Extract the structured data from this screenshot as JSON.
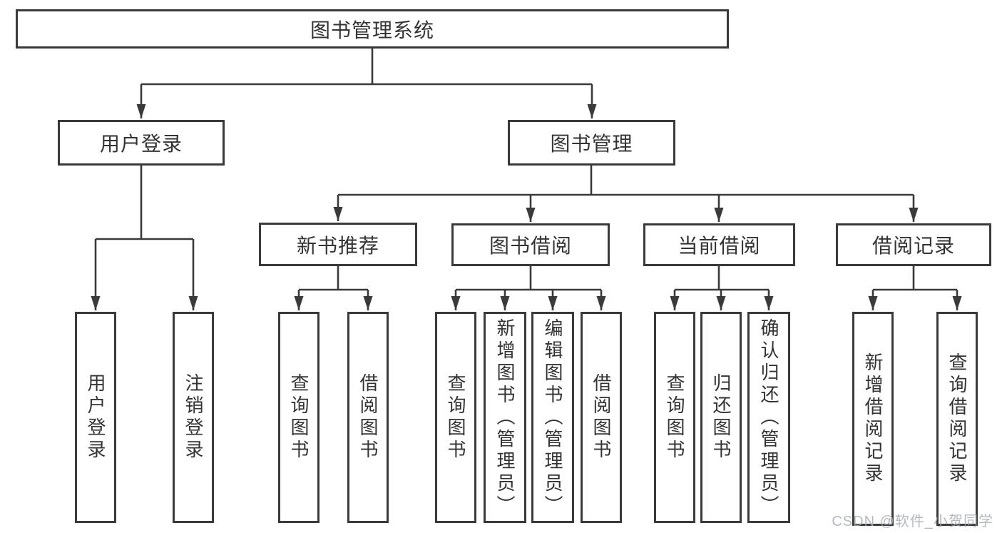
{
  "title": "图书管理系统",
  "colors": {
    "line": "#3a3a3a",
    "text": "#333333",
    "box_background": "#ffffff",
    "watermark": "#a8adb5"
  },
  "watermark": "CSDN @软件_小贺同学",
  "tree": {
    "root": "图书管理系统",
    "level2": {
      "user_login": "用户登录",
      "book_management": "图书管理"
    },
    "level3": {
      "new_book": "新书推荐",
      "book_borrow": "图书借阅",
      "current_borrow": "当前借阅",
      "borrow_records": "借阅记录"
    },
    "leaves": {
      "user_login": [
        "用户登录",
        "注销登录"
      ],
      "new_book": [
        "查询图书",
        "借阅图书"
      ],
      "book_borrow": [
        "查询图书",
        "新增图书（管理员）",
        "编辑图书（管理员）",
        "借阅图书"
      ],
      "current_borrow": [
        "查询图书",
        "归还图书",
        "确认归还（管理员）"
      ],
      "borrow_records": [
        "新增借阅记录",
        "查询借阅记录"
      ]
    }
  }
}
